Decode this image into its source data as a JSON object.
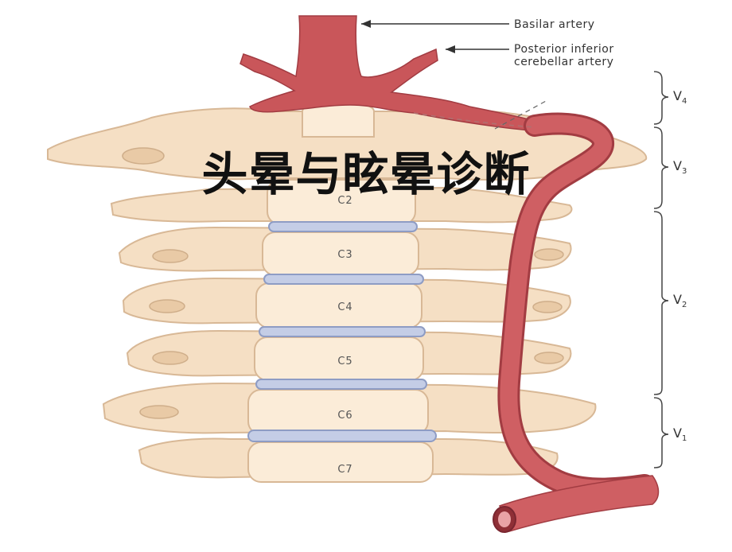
{
  "slide": {
    "title": "头晕与眩晕诊断"
  },
  "labels": {
    "basilar_artery": "Basilar artery",
    "pica_line1": "Posterior inferior",
    "pica_line2": "cerebellar artery"
  },
  "segments": [
    {
      "main": "V",
      "sub": "4"
    },
    {
      "main": "V",
      "sub": "3"
    },
    {
      "main": "V",
      "sub": "2"
    },
    {
      "main": "V",
      "sub": "1"
    }
  ],
  "vertebrae": [
    "C2",
    "C3",
    "C4",
    "C5",
    "C6",
    "C7"
  ],
  "colors": {
    "bone": "#f5dfc4",
    "bone_outline": "#d8b896",
    "artery": "#c9565a",
    "artery_dark": "#a23c42",
    "disc": "#aab6d6"
  }
}
